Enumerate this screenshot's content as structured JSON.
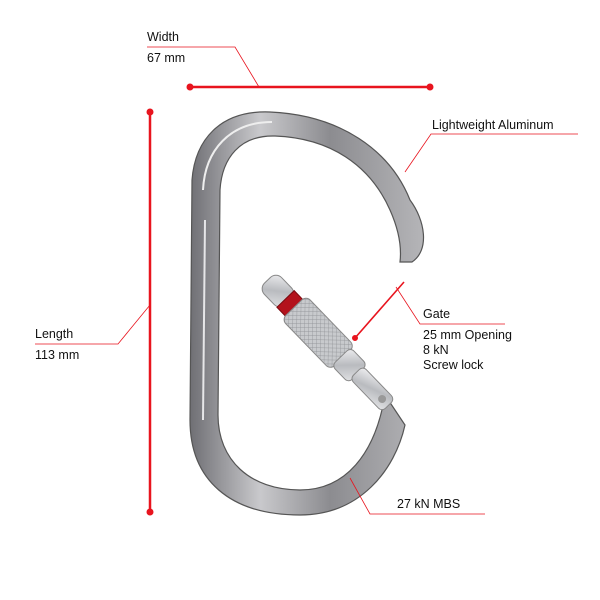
{
  "accent_color": "#e8141e",
  "annotations": {
    "width": {
      "title": "Width",
      "value": "67 mm"
    },
    "length": {
      "title": "Length",
      "value": "113 mm"
    },
    "material": {
      "title": "Lightweight Aluminum"
    },
    "gate": {
      "title": "Gate",
      "lines": [
        "25 mm Opening",
        "8 kN",
        "Screw lock"
      ]
    },
    "strength": {
      "title": "27 kN MBS"
    }
  }
}
